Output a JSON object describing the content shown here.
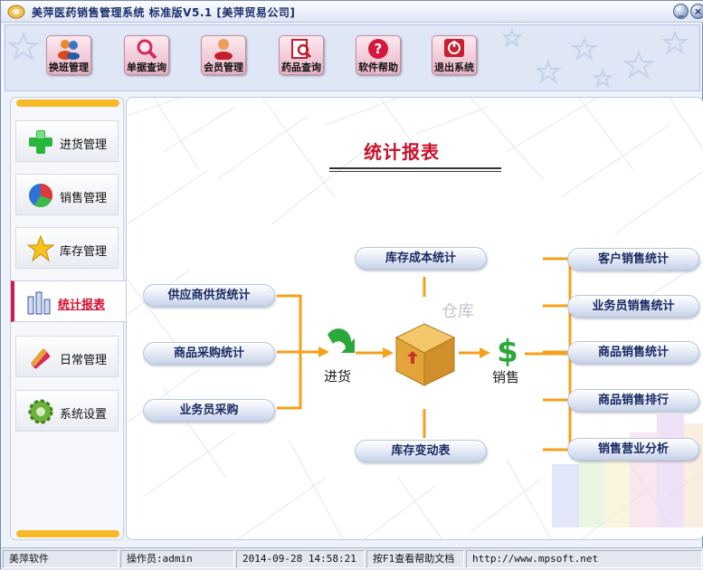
{
  "window": {
    "title": "美萍医药销售管理系统 标准版V5.1 [美萍贸易公司]"
  },
  "toolbar": {
    "items": [
      {
        "label": "换班管理",
        "icon": "people-icon"
      },
      {
        "label": "单据查询",
        "icon": "magnifier-icon"
      },
      {
        "label": "会员管理",
        "icon": "member-icon"
      },
      {
        "label": "药品查询",
        "icon": "search-doc-icon"
      },
      {
        "label": "软件帮助",
        "icon": "help-icon"
      },
      {
        "label": "退出系统",
        "icon": "power-icon"
      }
    ]
  },
  "sidebar": {
    "items": [
      {
        "label": "进货管理",
        "icon": "plus-icon",
        "active": false
      },
      {
        "label": "销售管理",
        "icon": "pie-icon",
        "active": false
      },
      {
        "label": "库存管理",
        "icon": "star-icon",
        "active": false
      },
      {
        "label": "统计报表",
        "icon": "bars-icon",
        "active": true
      },
      {
        "label": "日常管理",
        "icon": "tools-icon",
        "active": false
      },
      {
        "label": "系统设置",
        "icon": "gear-icon",
        "active": false
      }
    ]
  },
  "main": {
    "title": "统计报表",
    "purchase_reports": [
      "供应商供货统计",
      "商品采购统计",
      "业务员采购"
    ],
    "inventory_reports": {
      "top": "库存成本统计",
      "bottom": "库存变动表"
    },
    "sales_reports": [
      "客户销售统计",
      "业务员销售统计",
      "商品销售统计",
      "商品销售排行",
      "销售营业分析"
    ],
    "labels": {
      "purchase": "进货",
      "warehouse": "仓库",
      "sales": "销售"
    }
  },
  "statusbar": {
    "company": "美萍软件",
    "operator": "操作员:admin",
    "datetime": "2014-09-28 14:58:21",
    "hint": "按F1查看帮助文档",
    "url": "http://www.mpsoft.net"
  },
  "colors": {
    "accent_orange": "#f5a01a",
    "title_red": "#c6122c",
    "active_red": "#d21a50"
  }
}
